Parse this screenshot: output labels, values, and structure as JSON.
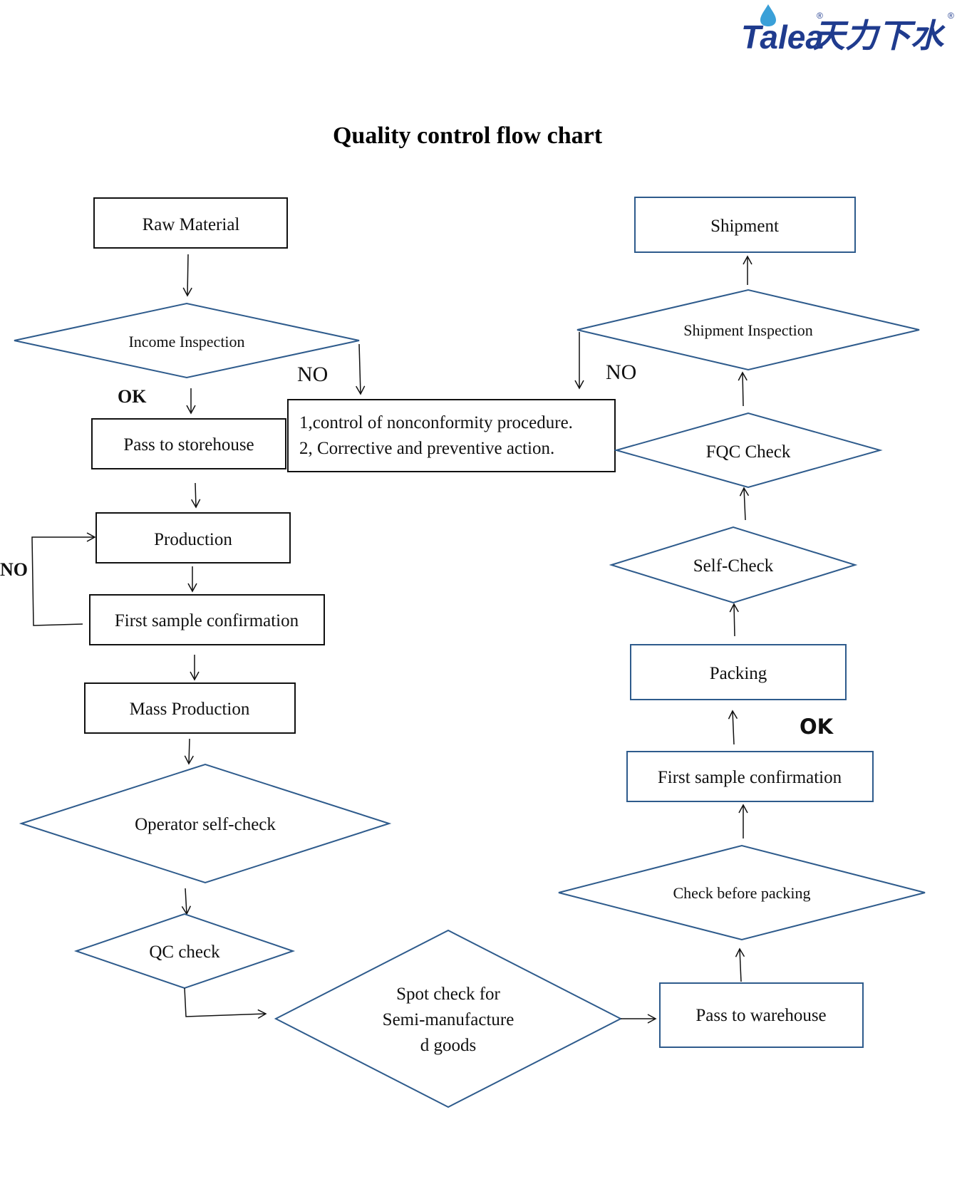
{
  "logo": {
    "brand": "Talea",
    "cn": "天力下水",
    "reg": "®"
  },
  "title": "Quality control flow chart",
  "nodes": {
    "raw_material": "Raw Material",
    "income_inspection": "Income Inspection",
    "pass_to_storehouse": "Pass to storehouse",
    "nonconformity_line1": "1,control of nonconformity procedure.",
    "nonconformity_line2": "2, Corrective and preventive action.",
    "production": "Production",
    "first_sample_left": "First sample confirmation",
    "mass_production": "Mass Production",
    "operator_self_check": "Operator self-check",
    "qc_check": "QC check",
    "spot_check_line1": "Spot check for",
    "spot_check_line2": "Semi-manufacture",
    "spot_check_line3": "d goods",
    "pass_to_warehouse": "Pass to warehouse",
    "check_before_packing": "Check before packing",
    "first_sample_right": "First sample confirmation",
    "packing": "Packing",
    "self_check": "Self-Check",
    "fqc_check": "FQC Check",
    "shipment_inspection": "Shipment Inspection",
    "shipment": "Shipment"
  },
  "labels": {
    "ok_left": "OK",
    "no_income": "NO",
    "no_shipment": "NO",
    "no_production": "NO",
    "ok_right": "OK"
  }
}
